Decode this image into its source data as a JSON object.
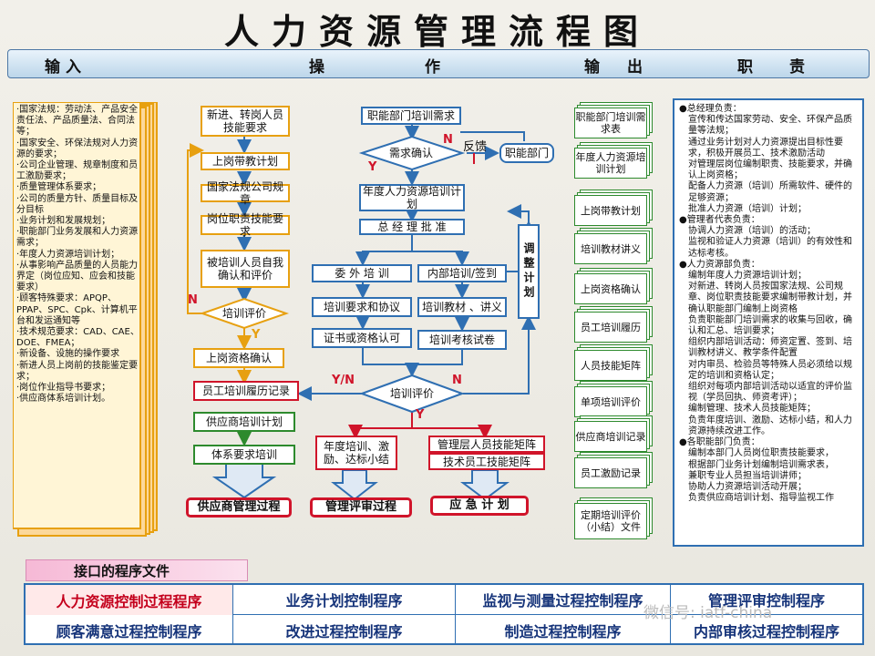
{
  "title": "人力资源管理流程图",
  "header": {
    "input": "输入",
    "operation": "操作",
    "output": "输出",
    "duty": "职责"
  },
  "left_panel_items": [
    "·国家法规：劳动法、产品安全责任法、产品质量法、合同法等；",
    "·国家安全、环保法规对人力资源的要求；",
    "·公司企业管理、规章制度和员工激励要求；",
    "·质量管理体系要求；",
    "·公司的质量方针、质量目标及分目标",
    "·业务计划和发展规划；",
    "·职能部门业务发展和人力资源需求；",
    "·年度人力资源培训计划；",
    "·从事影响产品质量的人员能力界定（岗位应知、应会和技能要求）",
    "·顾客特殊要求：APQP、PPAP、SPC、Cpk、计算机平台和发运通知等",
    "·技术规范要求：CAD、CAE、DOE、FMEA；",
    "·新设备、设施的操作要求",
    "·新进人员上岗前的技能鉴定要求；",
    "·岗位作业指导书要求；",
    "·供应商体系培训计划。"
  ],
  "flow": {
    "new_staff_req": "新进、转岗人员技能要求",
    "onboard_training": "上岗带教计划",
    "regulations": "国家法规公司规章",
    "job_skill_req": "岗位职责技能要求",
    "self_eval": "被培训人员自我确认和评价",
    "train_eval_left": "培训评价",
    "qualify_confirm": "上岗资格确认",
    "record": "员工培训履历记录",
    "supplier_plan": "供应商培训计划",
    "system_req_train": "体系要求培训",
    "dept_need": "职能部门培训需求",
    "need_confirm": "需求确认",
    "dept": "职能部门",
    "annual_plan": "年度人力资源培训计划",
    "gm_approve": "总 经 理 批 准",
    "external": "委 外 培 训",
    "internal": "内部培训/签到",
    "train_contract": "培训要求和协议",
    "materials": "培训教材 、讲义",
    "certificate": "证书或资格认可",
    "exam": "培训考核试卷",
    "adjust_plan": "调整计划",
    "train_eval_mid": "培训评价",
    "annual_summary": "年度培训、激励、达标小结",
    "mgmt_matrix": "管理层人员技能矩阵",
    "tech_matrix": "技术员工技能矩阵",
    "supplier_process": "供应商管理过程",
    "review_process": "管理评审过程",
    "emergency": "应 急 计 划",
    "lbl_N1": "N",
    "lbl_feedback": "反馈",
    "lbl_Y1": "Y",
    "lbl_N2": "N",
    "lbl_Y2": "Y",
    "lbl_YN": "Y/N",
    "lbl_N3": "N",
    "lbl_Y3": "Y"
  },
  "outputs": [
    "职能部门培训需求表",
    "年度人力资源培训计划",
    "上岗带教计划",
    "培训教材讲义",
    "上岗资格确认",
    "员工培训履历",
    "人员技能矩阵",
    "单项培训评价",
    "供应商培训记录",
    "员工激励记录",
    "定期培训评价（小结）文件"
  ],
  "duties": [
    "●总经理负责：",
    "  宣传和传达国家劳动、安全、环保产品质量等法规；",
    "  通过业务计划对人力资源提出目标性要求，积极开展员工、技术激励活动",
    "  对管理层岗位编制职责、技能要求，并确认上岗资格；",
    "  配备人力资源（培训）所需软件、硬件的足够资源；",
    "  批准人力资源（培训）计划；",
    "●管理者代表负责：",
    "  协调人力资源（培训）的活动；",
    "  监视和验证人力资源（培训）的有效性和达标考核。",
    "●人力资源部负责：",
    "  编制年度人力资源培训计划；",
    "  对新进、转岗人员按国家法规、公司规章、岗位职责技能要求编制带教计划，并确认职能部门编制上岗资格",
    "  负责职能部门培训需求的收集与回收，确认和汇总、培训要求；",
    "  组织内部培训活动：师资定置、签到、培训教材讲义、教学条件配置",
    "  对内审员、检验员等特殊人员必须给以规定的培训和资格认定；",
    "  组织对每项内部培训活动以适宜的评价监视（学员回执、师资考评）；",
    "  编制管理、技术人员技能矩阵；",
    "  负责年度培训、激励、达标小结，和人力资源持续改进工作。",
    "●各职能部门负责：",
    "  编制本部门人员岗位职责技能要求，",
    "  根据部门业务计划编制培训需求表，",
    "  兼职专业人员担当培训讲师；",
    "  协助人力资源培训活动开展；",
    "  负责供应商培训计划、指导监视工作"
  ],
  "interface_label": "接口的程序文件",
  "procedures_row1": [
    "人力资源控制过程程序",
    "业务计划控制程序",
    "监视与测量过程控制程序",
    "管理评审控制程序"
  ],
  "procedures_row2": [
    "顾客满意过程控制程序",
    "改进过程控制程序",
    "制造过程控制程序",
    "内部审核过程控制程序"
  ],
  "watermark": "微信号: iatf-china",
  "colors": {
    "flow_blue": "#2f6fb2",
    "flow_yellow": "#e7a010",
    "flow_red": "#d0142a",
    "flow_green": "#2d8a2d"
  }
}
